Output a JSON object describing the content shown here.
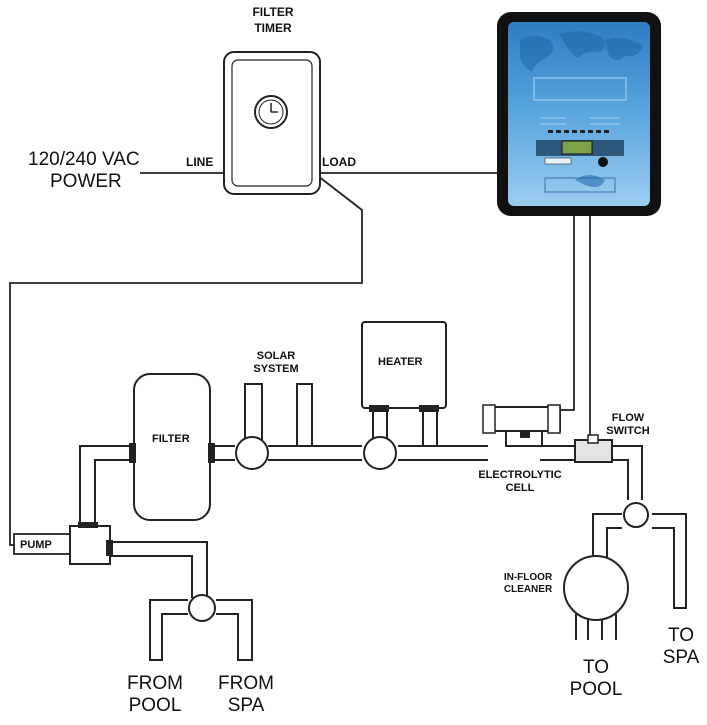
{
  "labels": {
    "filter_timer_1": "FILTER",
    "filter_timer_2": "TIMER",
    "power_1": "120/240 VAC",
    "power_2": "POWER",
    "line": "LINE",
    "load": "LOAD",
    "solar_1": "SOLAR",
    "solar_2": "SYSTEM",
    "heater": "HEATER",
    "filter": "FILTER",
    "flow_1": "FLOW",
    "flow_2": "SWITCH",
    "cell_1": "ELECTROLYTIC",
    "cell_2": "CELL",
    "pump": "PUMP",
    "cleaner_1": "IN-FLOOR",
    "cleaner_2": "CLEANER",
    "from_pool_1": "FROM",
    "from_pool_2": "POOL",
    "from_spa_1": "FROM",
    "from_spa_2": "SPA",
    "to_pool_1": "TO",
    "to_pool_2": "POOL",
    "to_spa_1": "TO",
    "to_spa_2": "SPA"
  },
  "colors": {
    "line": "#222222",
    "controller_frame": "#111111",
    "controller_screen": "#3a8fd0",
    "controller_screen_light": "#9ccbef",
    "lcd": "#7ea24a"
  }
}
